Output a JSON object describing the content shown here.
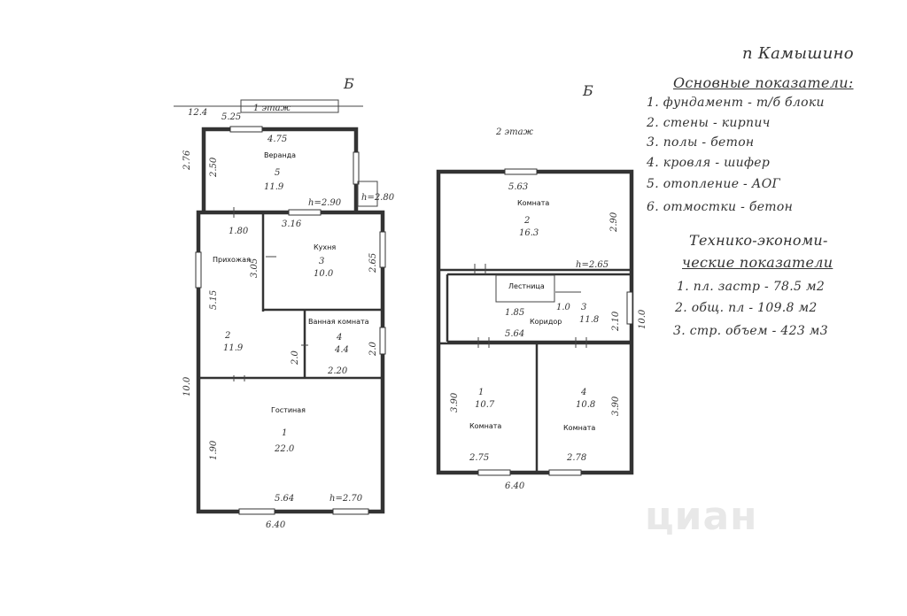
{
  "header": {
    "location": "п Камышино",
    "basic_title": "Основные показатели:",
    "basic_items": [
      "1. фундамент - т/б блоки",
      "2. стены - кирпич",
      "3. полы - бетон",
      "4. кровля - шифер",
      "5. отопление - АОГ",
      "6. отмостки - бетон"
    ],
    "tech_title_1": "Технико-экономи-",
    "tech_title_2": "ческие показатели",
    "tech_items": [
      "1. пл. застр - 78.5 м2",
      "2. общ. пл - 109.8 м2",
      "3. стр. объем - 423 м3"
    ]
  },
  "plan": {
    "letter_mark": "Б",
    "letter_mark_2": "Б",
    "label_12": "12.4",
    "label_terrace": "1 этаж",
    "label_floor2": "2 этаж",
    "floor1": {
      "top_dims": [
        "5.25",
        "4.75"
      ],
      "left_dims": [
        "2.76",
        "2.50",
        "10.0",
        "1.90",
        "1.80",
        "5.15",
        "3.05"
      ],
      "right_dims": [
        "h=2.80",
        "2.65",
        "2.0"
      ],
      "inner_dims": [
        "3.16",
        "h=2.90",
        "2.0",
        "2.20"
      ],
      "bottom_dims": [
        "5.64",
        "h=2.70",
        "6.40"
      ],
      "rooms": [
        {
          "name": "Веранда",
          "num": "5",
          "area": "11.9"
        },
        {
          "name": "Кухня",
          "num": "3",
          "area": "10.0"
        },
        {
          "name": "Прихожая",
          "num": "2",
          "area": "11.9"
        },
        {
          "name": "Ванная комната",
          "num": "4",
          "area": "4.4"
        },
        {
          "name": "Гостиная",
          "num": "1",
          "area": "22.0"
        }
      ]
    },
    "floor2": {
      "dims": [
        "5.63",
        "2.90",
        "h=2.65",
        "1.85",
        "1.0",
        "2.10",
        "10.0",
        "5.64",
        "3.90",
        "3.90",
        "2.75",
        "2.78",
        "6.40"
      ],
      "rooms": [
        {
          "name": "Комната",
          "num": "2",
          "area": "16.3"
        },
        {
          "name": "Лестница",
          "num": "",
          "area": ""
        },
        {
          "name": "Коридор",
          "num": "3",
          "area": "11.8"
        },
        {
          "name": "Комната",
          "num": "1",
          "area": "10.7"
        },
        {
          "name": "Комната",
          "num": "4",
          "area": "10.8"
        }
      ]
    }
  },
  "watermark": "циан"
}
